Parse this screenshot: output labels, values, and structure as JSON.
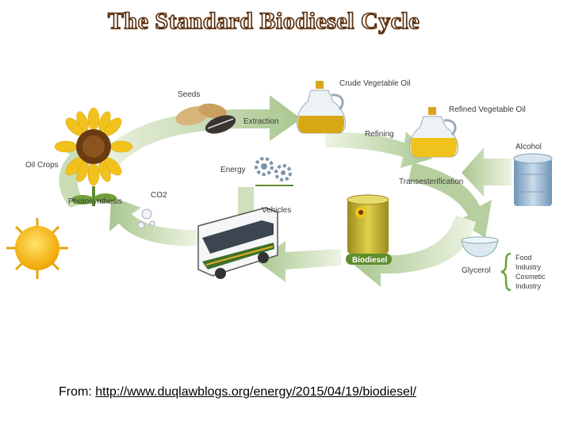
{
  "title": "The Standard Biodiesel Cycle",
  "labels": {
    "seeds": "Seeds",
    "crude_oil": "Crude Vegetable Oil",
    "refined_oil": "Refined Vegetable Oil",
    "extraction": "Extraction",
    "refining": "Refining",
    "alcohol": "Alcohol",
    "oil_crops": "Oil Crops",
    "energy": "Energy",
    "transesterification": "Transesterification",
    "photosynthesis": "Photosynthesis",
    "co2": "CO2",
    "vehicles": "Vehicles",
    "biodiesel": "Biodiesel",
    "glycerol": "Glycerol",
    "uses": [
      "Food",
      "Industry",
      "Cosmetic",
      "Industry"
    ]
  },
  "footer": {
    "prefix": "From: ",
    "link": "http://www.duqlawblogs.org/energy/2015/04/19/biodiesel/"
  },
  "colors": {
    "arrow_light": "#dfe9cf",
    "arrow_dark": "#8fb276",
    "oil": "#d7a814",
    "sun": "#f4c21a",
    "bus_stripe": "#3f6f2a",
    "alcohol_barrel": "#8ab0cf"
  },
  "icons": [
    "sunflower-icon",
    "sun-icon",
    "seeds-icon",
    "oil-jug-icon",
    "alcohol-barrel-icon",
    "gears-icon",
    "bus-icon",
    "biodiesel-barrel-icon",
    "glycerol-bowl-icon"
  ]
}
